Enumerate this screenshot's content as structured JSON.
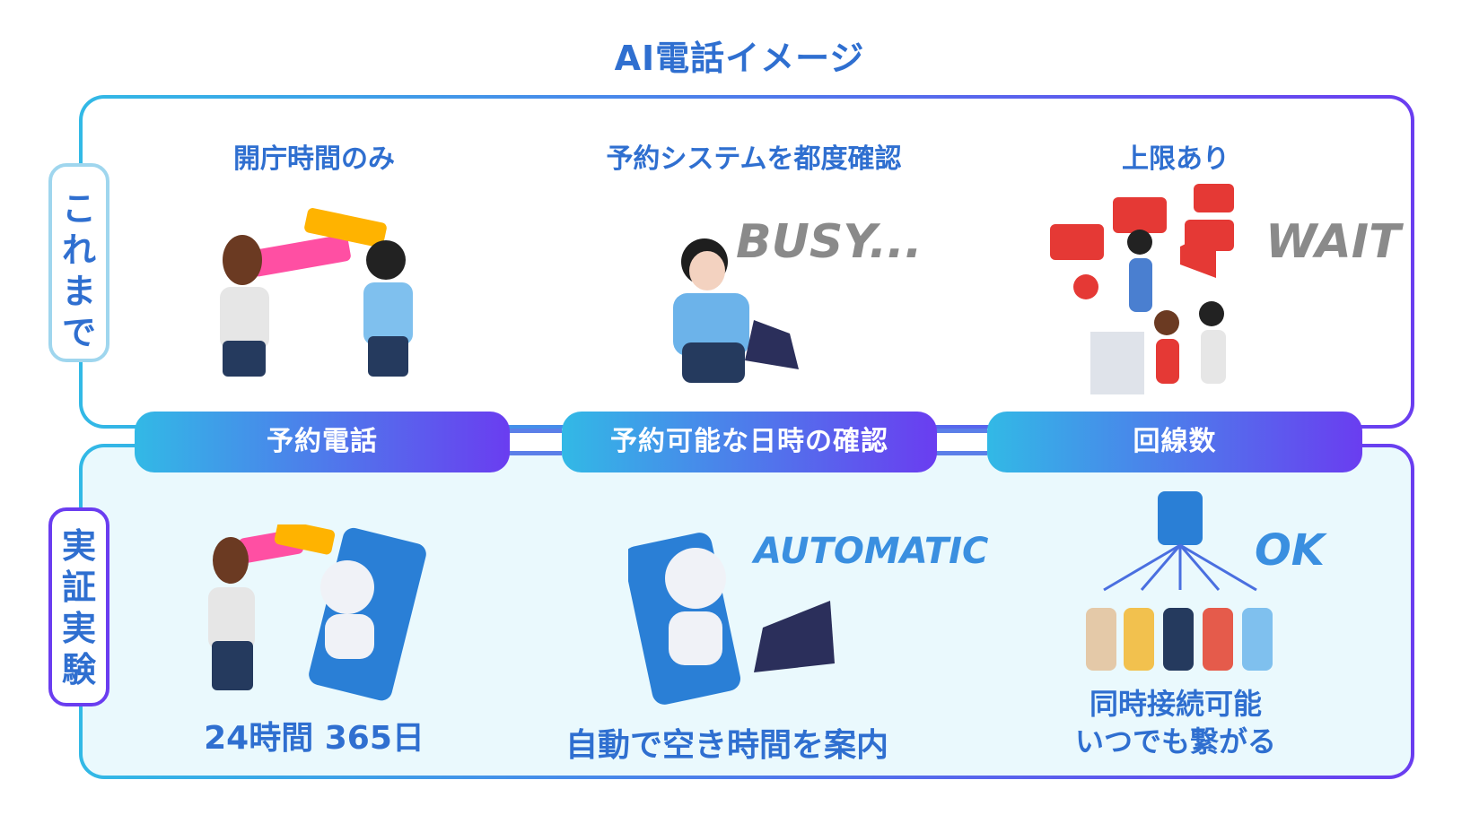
{
  "title": "AI電話イメージ",
  "rows": {
    "before": {
      "label": [
        "こ",
        "れ",
        "ま",
        "で"
      ]
    },
    "after": {
      "label": [
        "実",
        "証",
        "実",
        "験"
      ]
    }
  },
  "columns": [
    {
      "before_heading": "開庁時間のみ",
      "pill": "予約電話",
      "callout": "",
      "after_caption": [
        "24時間 365日"
      ]
    },
    {
      "before_heading": "予約システムを都度確認",
      "pill": "予約可能な日時の確認",
      "callout": "BUSY...",
      "after_callout": "AUTOMATIC",
      "after_caption": [
        "自動で空き時間を案内"
      ]
    },
    {
      "before_heading": "上限あり",
      "pill": "回線数",
      "callout": "WAIT",
      "after_callout": "OK",
      "after_caption": [
        "同時接続可能",
        "いつでも繋がる"
      ]
    }
  ],
  "colors": {
    "accent_start": "#32b9e6",
    "accent_end": "#6a3df0",
    "text": "#2f6fd0",
    "red": "#e53935",
    "gray": "#8a8a8a"
  },
  "icons": [
    "woman-phone-icon",
    "operator-icon",
    "speech-bubble-icon",
    "laptop-icon",
    "megaphone-icon",
    "crowd-icon",
    "robot-icon",
    "smartphone-icon",
    "location-pin-icon"
  ]
}
